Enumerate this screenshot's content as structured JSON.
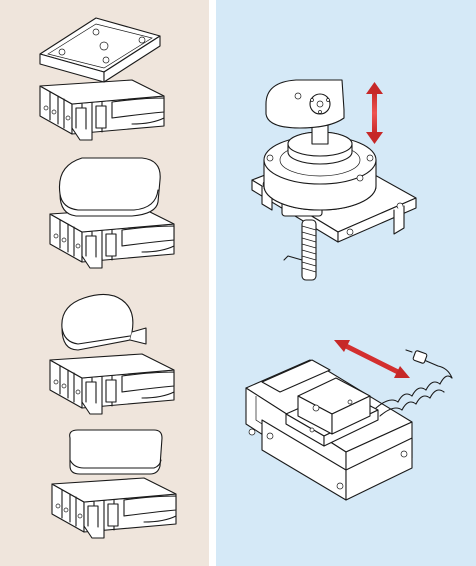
{
  "left_panel": {
    "background": "#efe5dc",
    "items": [
      {
        "name": "gripper-module-square-jaw"
      },
      {
        "name": "gripper-module-rounded-cap"
      },
      {
        "name": "gripper-module-narrow-cap"
      },
      {
        "name": "gripper-module-flat-cap"
      }
    ]
  },
  "right_panel": {
    "background": "#d5e9f7",
    "items": [
      {
        "name": "rotary-lift-unit",
        "arrow": "vertical",
        "arrow_color": "#d32f2f"
      },
      {
        "name": "linear-slide-unit",
        "arrow": "diagonal",
        "arrow_color": "#d32f2f"
      }
    ]
  },
  "colors": {
    "line": "#1a1a1a",
    "fill": "#ffffff",
    "accent": "#d32f2f"
  }
}
